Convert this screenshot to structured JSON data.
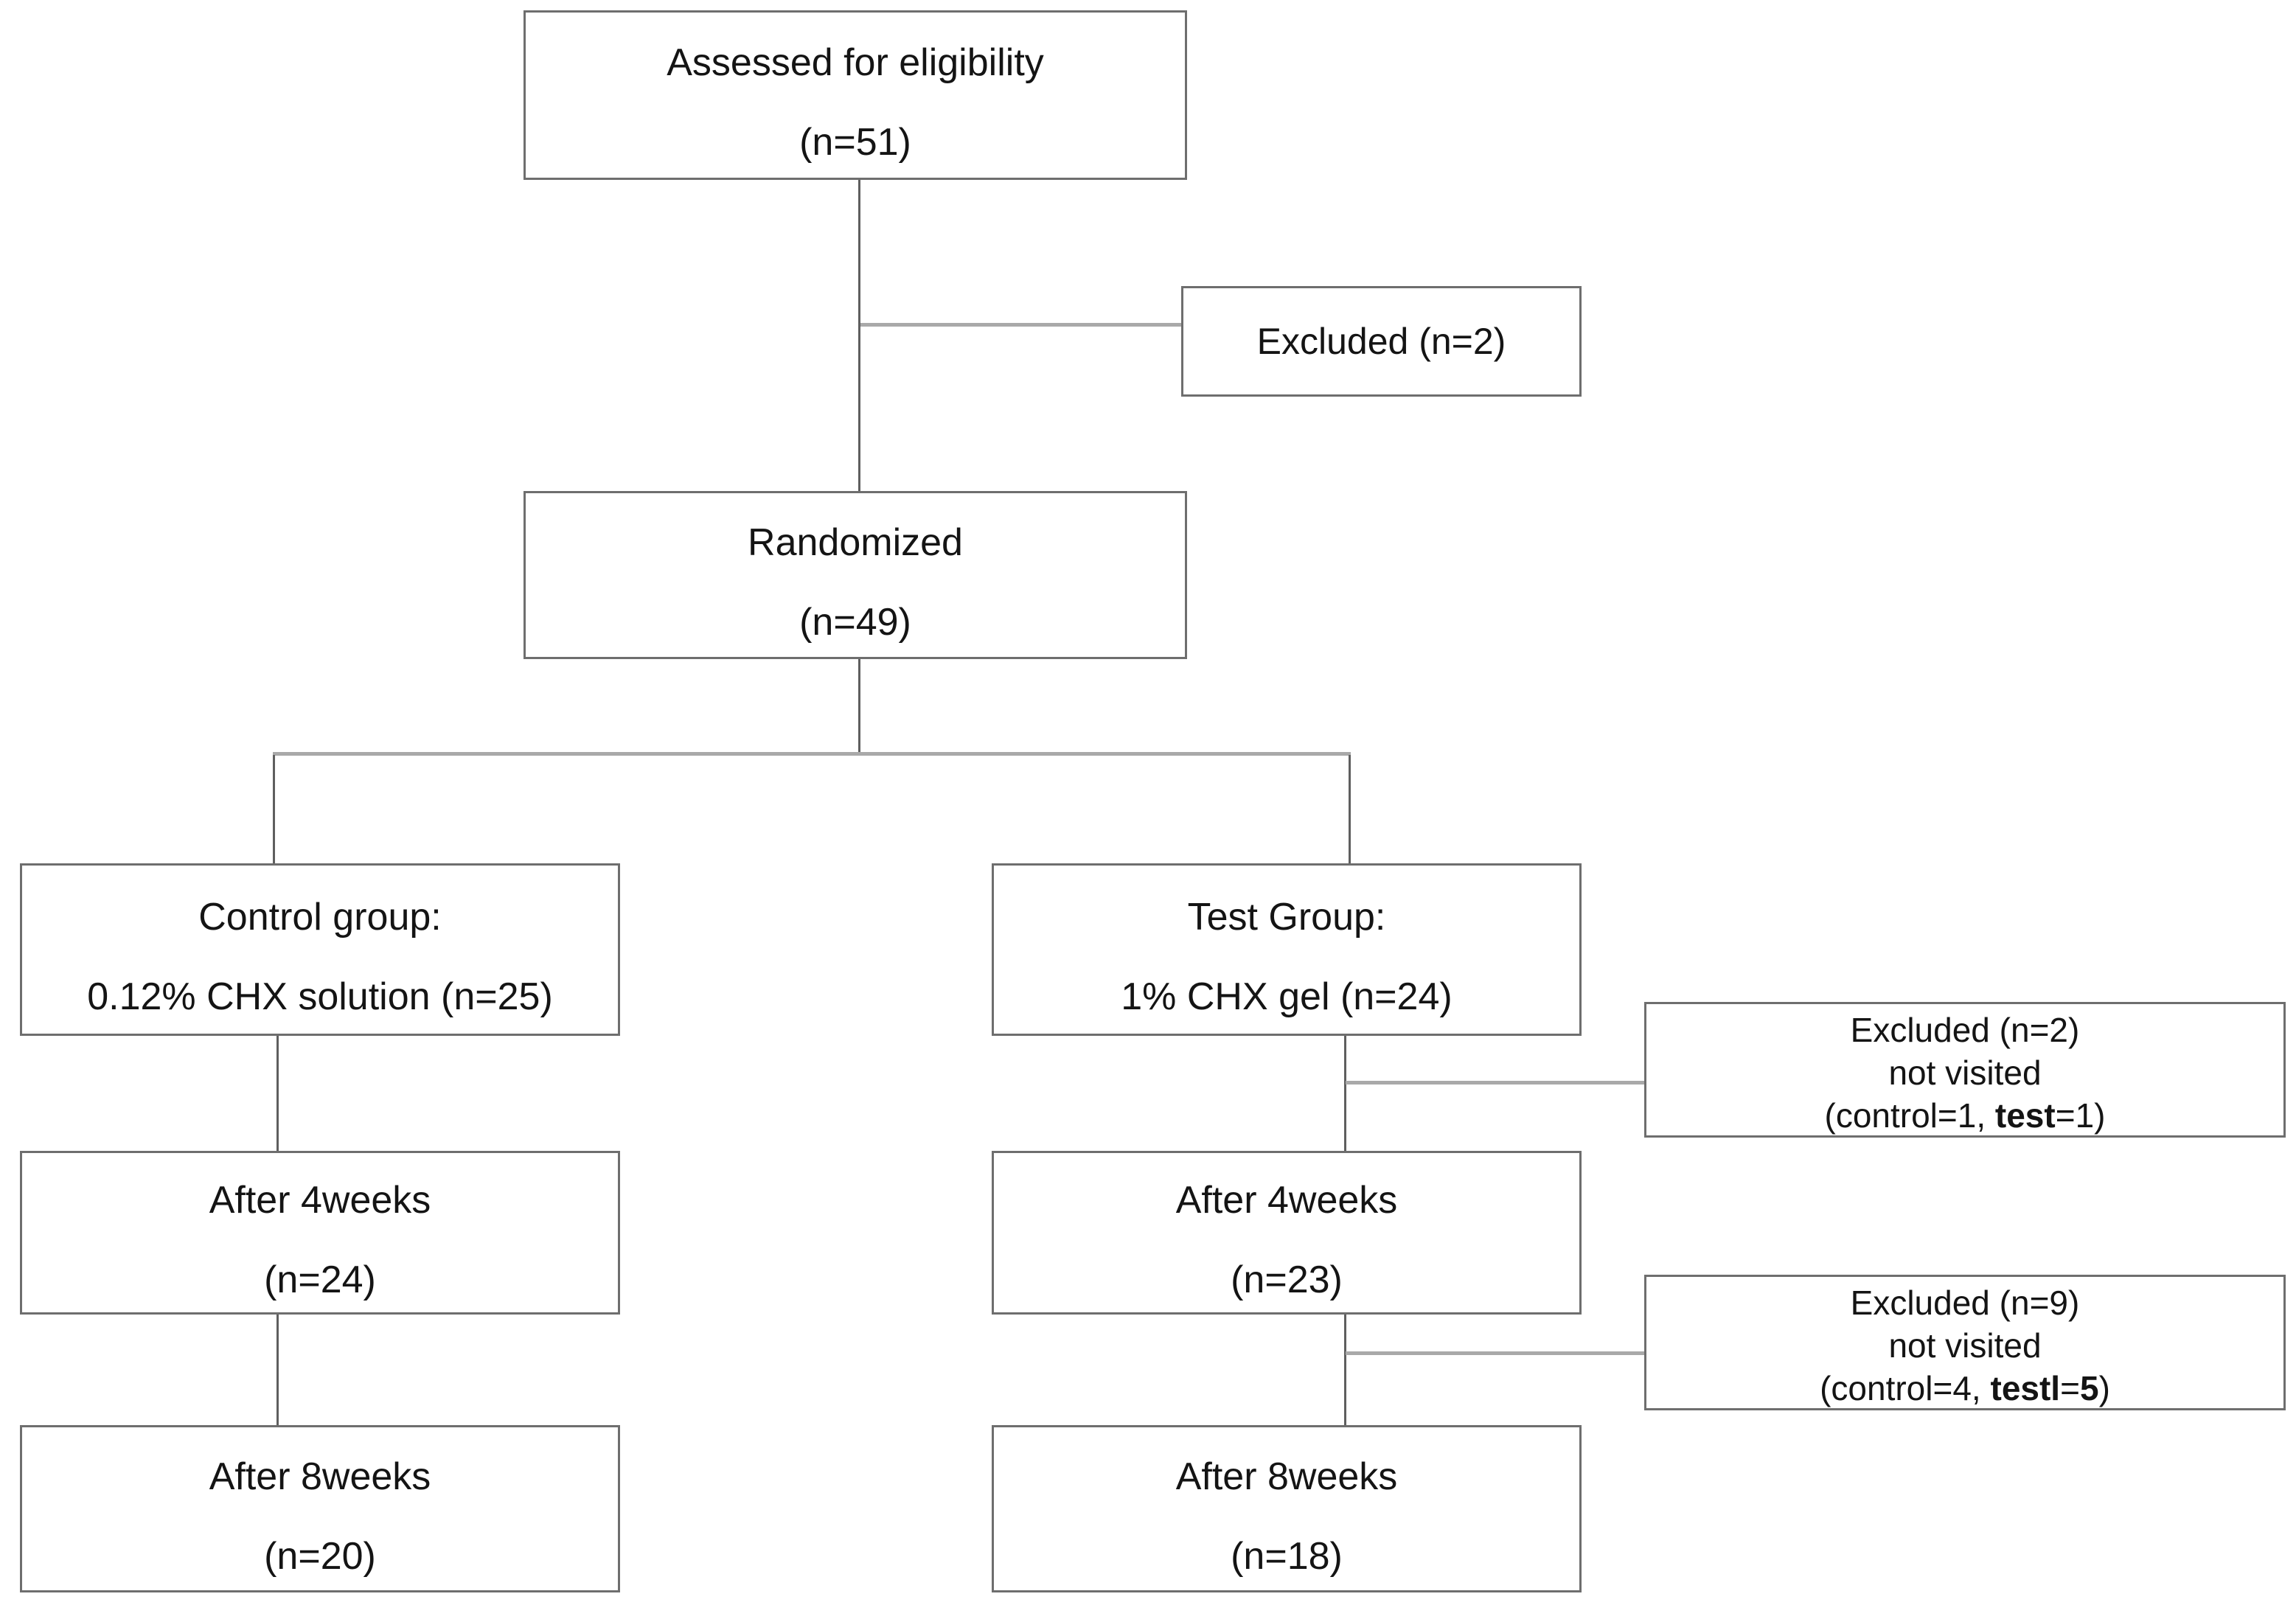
{
  "colors": {
    "background": "#ffffff",
    "box-border": "#6e6e6e",
    "connector-v": "#5f5f5f",
    "connector-h": "#a9a9a9",
    "text": "#141414"
  },
  "nodes": {
    "assessed": {
      "line1": "Assessed for eligibility",
      "line2": "(n=51)"
    },
    "excluded_initial": {
      "line1": "Excluded (n=2)"
    },
    "randomized": {
      "line1": "Randomized",
      "line2": "(n=49)"
    },
    "control_group": {
      "line1": "Control group:",
      "line2": "0.12% CHX solution (n=25)"
    },
    "test_group": {
      "line1": "Test Group:",
      "line2": "1% CHX gel (n=24)"
    },
    "excluded_week4": {
      "line1": "Excluded (n=2)",
      "line2": "not visited",
      "line3_segments": [
        {
          "t": "(control=1, ",
          "b": false
        },
        {
          "t": "test",
          "b": true
        },
        {
          "t": "=1)",
          "b": false
        }
      ]
    },
    "control_week4": {
      "line1": "After 4weeks",
      "line2": "(n=24)"
    },
    "test_week4": {
      "line1": "After 4weeks",
      "line2": "(n=23)"
    },
    "excluded_week8": {
      "line1": "Excluded (n=9)",
      "line2": "not visited",
      "line3_segments": [
        {
          "t": "(control=4, ",
          "b": false
        },
        {
          "t": "testl",
          "b": true
        },
        {
          "t": "=",
          "b": false
        },
        {
          "t": "5",
          "b": true
        },
        {
          "t": ")",
          "b": false
        }
      ]
    },
    "control_week8": {
      "line1": "After 8weeks",
      "line2": "(n=20)"
    },
    "test_week8": {
      "line1": "After 8weeks",
      "line2": "(n=18)"
    }
  }
}
